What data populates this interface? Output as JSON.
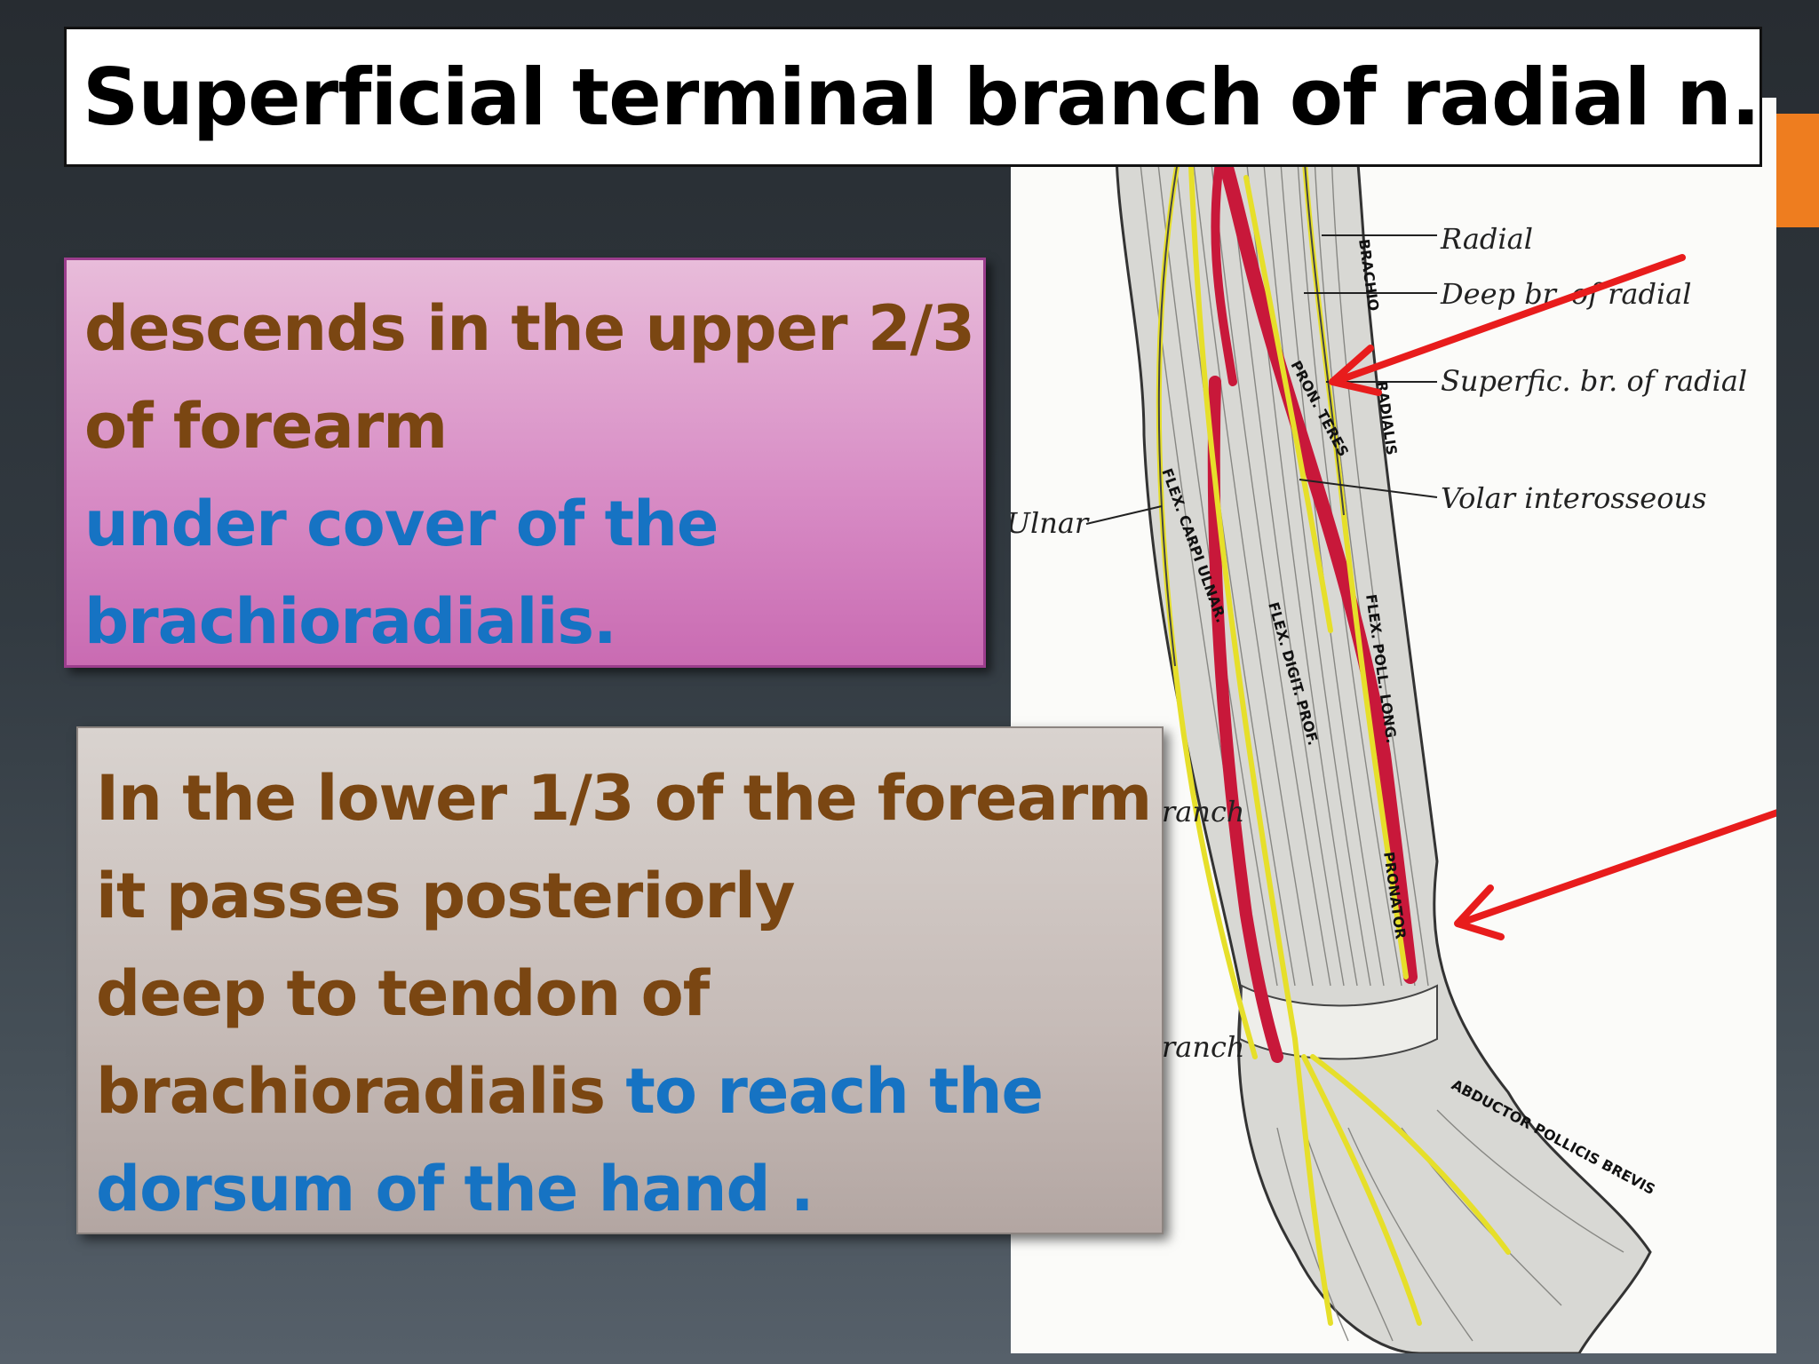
{
  "title": "Superficial terminal branch of radial n.",
  "box_upper": {
    "line1": "descends in the upper 2/3",
    "line2": "of forearm",
    "line3": "under cover of the",
    "line4": "brachioradialis."
  },
  "box_lower": {
    "line1": "In the lower 1/3 of the forearm",
    "line2": "it passes posteriorly",
    "line3": "deep to tendon of",
    "line4_a": "brachioradialis",
    "line4_b": " to reach the",
    "line5": "dorsum of the hand ."
  },
  "figure": {
    "labels": {
      "radial": "Radial",
      "deep_br": "Deep br. of radial",
      "superfic_br": "Superfic. br. of radial",
      "volar_interosseous": "Volar interosseous",
      "ulnar": "Ulnar",
      "branch_upper": "ranch",
      "branch_lower": "ranch"
    },
    "muscle_labels": {
      "brachio_radialis_1": "BRACHIO",
      "brachio_radialis_2": "RADIALIS",
      "pron_teres": "PRON. TERES",
      "flex_carpi_ulnaris": "FLEX. CARPI ULNAR.",
      "flex_digit_prof": "FLEX. DIGIT. PROF.",
      "flex_poll_long": "FLEX. POLL. LONG.",
      "pronator": "PRONATOR",
      "abductor": "ABDUCTOR POLLICIS BREVIS"
    }
  },
  "colors": {
    "accent": "#ee7d1f",
    "arrow": "#e81c1c",
    "text_brown": "#7a4612",
    "text_blue": "#1673c3",
    "artery": "#c8183a",
    "nerve": "#e6df2a"
  }
}
